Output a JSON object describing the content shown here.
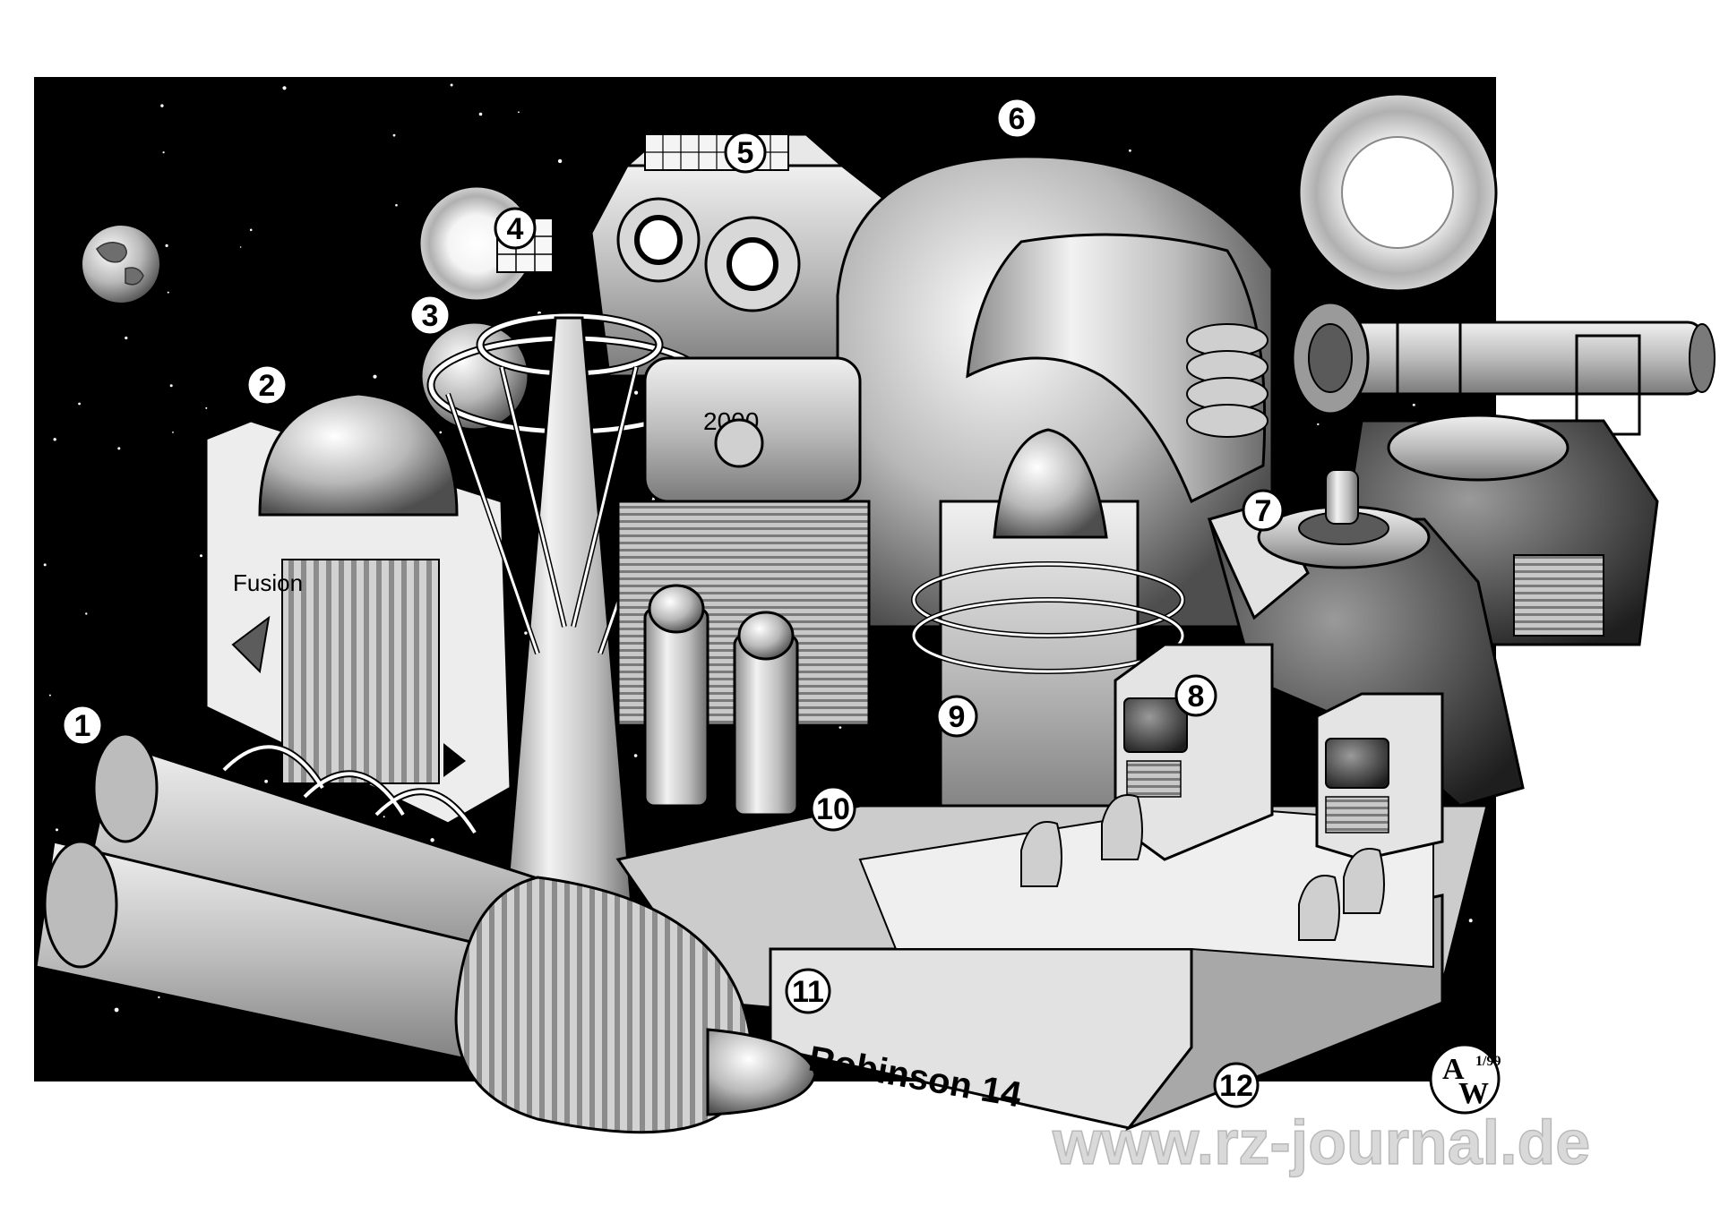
{
  "callouts": [
    {
      "id": "1",
      "label": "1"
    },
    {
      "id": "2",
      "label": "2"
    },
    {
      "id": "3",
      "label": "3"
    },
    {
      "id": "4",
      "label": "4"
    },
    {
      "id": "5",
      "label": "5"
    },
    {
      "id": "6",
      "label": "6"
    },
    {
      "id": "7",
      "label": "7"
    },
    {
      "id": "8",
      "label": "8"
    },
    {
      "id": "9",
      "label": "9"
    },
    {
      "id": "10",
      "label": "10"
    },
    {
      "id": "11",
      "label": "11"
    },
    {
      "id": "12",
      "label": "12"
    }
  ],
  "ship_name": "Robinson 14",
  "module_label": "Fusion",
  "panel_label": "2000",
  "signature": {
    "initials_top": "A",
    "initials_bottom": "W",
    "date": "1/99"
  },
  "watermark": "www.rz-journal.de",
  "colors": {
    "space": "#000000",
    "hull_light": "#e6e6e6",
    "hull_mid": "#b4b4b4",
    "hull_dark": "#6e6e6e",
    "watermark": "#d9d9d9"
  }
}
